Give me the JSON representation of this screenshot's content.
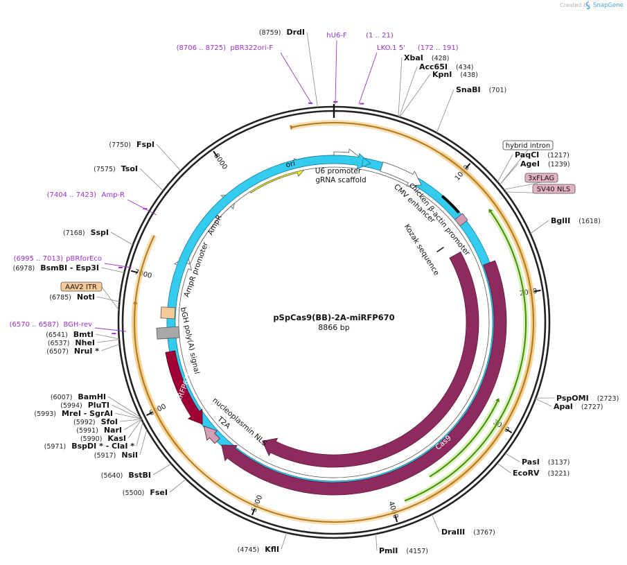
{
  "header": {
    "created_by": "Created by",
    "brand": "SnapGene"
  },
  "plasmid": {
    "name": "pSpCas9(BB)-2A-miRFP670",
    "size_label": "8866 bp",
    "length": 8866
  },
  "ticks": [
    {
      "pos": 1000,
      "label": "1000"
    },
    {
      "pos": 2000,
      "label": "2000"
    },
    {
      "pos": 3000,
      "label": "3000"
    },
    {
      "pos": 4000,
      "label": "4000"
    },
    {
      "pos": 5000,
      "label": "5000"
    },
    {
      "pos": 6000,
      "label": "6000"
    },
    {
      "pos": 7000,
      "label": "7000"
    },
    {
      "pos": 8000,
      "label": "8000"
    }
  ],
  "sites": [
    {
      "name": "DrdI",
      "pos": "(8759)"
    },
    {
      "name": "XbaI",
      "pos": "(428)"
    },
    {
      "name": "Acc65I",
      "pos": "(434)"
    },
    {
      "name": "KpnI",
      "pos": "(438)"
    },
    {
      "name": "SnaBI",
      "pos": "(701)"
    },
    {
      "name": "PaqCI",
      "pos": "(1217)"
    },
    {
      "name": "AgeI",
      "pos": "(1239)"
    },
    {
      "name": "BglII",
      "pos": "(1618)"
    },
    {
      "name": "PspOMI",
      "pos": "(2723)"
    },
    {
      "name": "ApaI",
      "pos": "(2727)"
    },
    {
      "name": "PasI",
      "pos": "(3137)"
    },
    {
      "name": "EcoRV",
      "pos": "(3221)"
    },
    {
      "name": "DraIII",
      "pos": "(3767)"
    },
    {
      "name": "PmlI",
      "pos": "(4157)"
    },
    {
      "name": "KflI",
      "pos": "(4745)"
    },
    {
      "name": "FseI",
      "pos": "(5500)"
    },
    {
      "name": "BstBI",
      "pos": "(5640)"
    },
    {
      "name": "NsiI",
      "pos": "(5917)"
    },
    {
      "name": "BspDI *  - ClaI *",
      "pos": "(5971)"
    },
    {
      "name": "KasI",
      "pos": "(5990)"
    },
    {
      "name": "NarI",
      "pos": "(5991)"
    },
    {
      "name": "SfoI",
      "pos": "(5992)"
    },
    {
      "name": "MreI  - SgrAI",
      "pos": "(5993)"
    },
    {
      "name": "PluTI",
      "pos": "(5994)"
    },
    {
      "name": "BamHI",
      "pos": "(6007)"
    },
    {
      "name": "NruI *",
      "pos": "(6507)"
    },
    {
      "name": "NheI",
      "pos": "(6537)"
    },
    {
      "name": "BmtI",
      "pos": "(6541)"
    },
    {
      "name": "NotI",
      "pos": "(6785)"
    },
    {
      "name": "BsmBI  - Esp3I",
      "pos": "(6978)"
    },
    {
      "name": "SspI",
      "pos": "(7168)"
    },
    {
      "name": "TsoI",
      "pos": "(7575)"
    },
    {
      "name": "FspI",
      "pos": "(7750)"
    }
  ],
  "primers": [
    {
      "name": "hU6-F",
      "range": "(1 .. 21)"
    },
    {
      "name": "LKO.1 5'",
      "range": "(172 .. 191)"
    },
    {
      "name": "pBR322ori-F",
      "range": "(8706 .. 8725)"
    },
    {
      "name": "Amp-R",
      "range": "(7404 .. 7423)"
    },
    {
      "name": "pBRforEco",
      "range": "(6995 .. 7013)"
    },
    {
      "name": "BGH-rev",
      "range": "(6570 .. 6587)"
    }
  ],
  "boxed_features": [
    {
      "name": "hybrid intron",
      "fill": "#ffffff"
    },
    {
      "name": "3xFLAG",
      "fill": "#e3b2c3"
    },
    {
      "name": "SV40 NLS",
      "fill": "#e3b2c3"
    },
    {
      "name": "AAV2 ITR",
      "fill": "#f6c99a"
    }
  ],
  "features": {
    "ori": "ori",
    "u6_promoter": "U6 promoter",
    "grna_scaffold": "gRNA scaffold",
    "chicken_actin_promoter": "chicken β-actin promoter",
    "cmv_enhancer": "CMV enhancer",
    "kozak": "Kozak sequence",
    "cas9_inner": "Cas9",
    "cas9_outer": "Cas9",
    "nucleoplasmin_nls": "nucleoplasmin NLS",
    "t2a": "T2A",
    "mirfp670": "miRFP670",
    "bgh_polya": "bGH poly(A) signal",
    "ampr_promoter": "AmpR promoter",
    "ampr": "AmpR"
  },
  "colors": {
    "backbone": "#222222",
    "ori": "#ffff00",
    "ampr": "#ccf5cc",
    "cas9": "#8f2a5f",
    "mirfp670": "#a00036",
    "primer": "#9b30c8",
    "orange_band": "#f2c77a",
    "green_band": "#bfe38a",
    "itr": "#f6c99a",
    "polya": "#a8a8a8",
    "u6": "#33ccee",
    "nls": "#d8a0b8"
  }
}
